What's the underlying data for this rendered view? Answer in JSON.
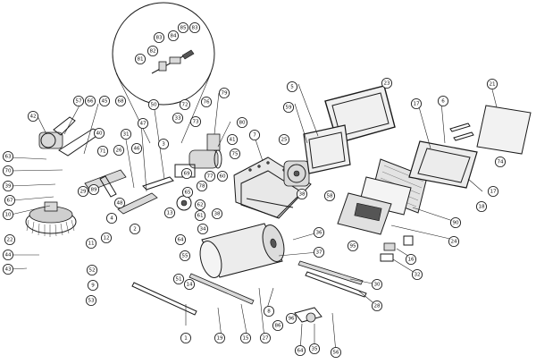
{
  "callouts": [
    {
      "id": "c81",
      "label": "81"
    },
    {
      "id": "c82",
      "label": "82"
    },
    {
      "id": "c83a",
      "label": "83"
    },
    {
      "id": "c84",
      "label": "84"
    },
    {
      "id": "c85",
      "label": "85"
    },
    {
      "id": "c83b",
      "label": "83"
    },
    {
      "id": "c42",
      "label": "42"
    },
    {
      "id": "c57",
      "label": "57"
    },
    {
      "id": "c66",
      "label": "66"
    },
    {
      "id": "c45",
      "label": "45"
    },
    {
      "id": "c68",
      "label": "68"
    },
    {
      "id": "c40",
      "label": "40"
    },
    {
      "id": "c63",
      "label": "63"
    },
    {
      "id": "c70",
      "label": "70"
    },
    {
      "id": "c39",
      "label": "39"
    },
    {
      "id": "c67",
      "label": "67"
    },
    {
      "id": "c10",
      "label": "10"
    },
    {
      "id": "c22",
      "label": "22"
    },
    {
      "id": "c44",
      "label": "44"
    },
    {
      "id": "c43",
      "label": "43"
    },
    {
      "id": "c71",
      "label": "71"
    },
    {
      "id": "c26",
      "label": "26"
    },
    {
      "id": "c89",
      "label": "89"
    },
    {
      "id": "c29",
      "label": "29"
    },
    {
      "id": "c47",
      "label": "47"
    },
    {
      "id": "c31",
      "label": "31"
    },
    {
      "id": "c46",
      "label": "46"
    },
    {
      "id": "c50",
      "label": "50"
    },
    {
      "id": "c3",
      "label": "3"
    },
    {
      "id": "c33",
      "label": "33"
    },
    {
      "id": "c72",
      "label": "72"
    },
    {
      "id": "c76",
      "label": "76"
    },
    {
      "id": "c79",
      "label": "79"
    },
    {
      "id": "c80",
      "label": "80"
    },
    {
      "id": "c73",
      "label": "73"
    },
    {
      "id": "c41",
      "label": "41"
    },
    {
      "id": "c75",
      "label": "75"
    },
    {
      "id": "c69",
      "label": "69"
    },
    {
      "id": "c77",
      "label": "77"
    },
    {
      "id": "c78",
      "label": "78"
    },
    {
      "id": "c65",
      "label": "65"
    },
    {
      "id": "c48",
      "label": "48"
    },
    {
      "id": "c4",
      "label": "4"
    },
    {
      "id": "c62",
      "label": "62"
    },
    {
      "id": "c13",
      "label": "13"
    },
    {
      "id": "c61",
      "label": "61"
    },
    {
      "id": "c60",
      "label": "60"
    },
    {
      "id": "c34",
      "label": "34"
    },
    {
      "id": "c38",
      "label": "38"
    },
    {
      "id": "c2",
      "label": "2"
    },
    {
      "id": "c11",
      "label": "11"
    },
    {
      "id": "c12",
      "label": "12"
    },
    {
      "id": "c64",
      "label": "64"
    },
    {
      "id": "c55",
      "label": "55"
    },
    {
      "id": "c52",
      "label": "52"
    },
    {
      "id": "c9",
      "label": "9"
    },
    {
      "id": "c51",
      "label": "51"
    },
    {
      "id": "c53",
      "label": "53"
    },
    {
      "id": "c14",
      "label": "14"
    },
    {
      "id": "c58",
      "label": "58"
    },
    {
      "id": "c1",
      "label": "1"
    },
    {
      "id": "c19",
      "label": "19"
    },
    {
      "id": "c15",
      "label": "15"
    },
    {
      "id": "c27",
      "label": "27"
    },
    {
      "id": "c8",
      "label": "8"
    },
    {
      "id": "c86",
      "label": "86"
    },
    {
      "id": "c5",
      "label": "5"
    },
    {
      "id": "c59",
      "label": "59"
    },
    {
      "id": "c25",
      "label": "25"
    },
    {
      "id": "c7",
      "label": "7"
    },
    {
      "id": "c23",
      "label": "23"
    },
    {
      "id": "c38b",
      "label": "38"
    },
    {
      "id": "c36",
      "label": "36"
    },
    {
      "id": "c37",
      "label": "37"
    },
    {
      "id": "c30",
      "label": "30"
    },
    {
      "id": "c28",
      "label": "28"
    },
    {
      "id": "c96",
      "label": "96"
    },
    {
      "id": "c64b",
      "label": "64"
    },
    {
      "id": "c35",
      "label": "35"
    },
    {
      "id": "c56",
      "label": "56"
    },
    {
      "id": "c17a",
      "label": "17"
    },
    {
      "id": "c6",
      "label": "6"
    },
    {
      "id": "c21",
      "label": "21"
    },
    {
      "id": "c74",
      "label": "74"
    },
    {
      "id": "c17b",
      "label": "17"
    },
    {
      "id": "c18",
      "label": "18"
    },
    {
      "id": "c90",
      "label": "90"
    },
    {
      "id": "c24",
      "label": "24"
    },
    {
      "id": "c95",
      "label": "95"
    },
    {
      "id": "c16",
      "label": "16"
    },
    {
      "id": "c32",
      "label": "32"
    }
  ]
}
